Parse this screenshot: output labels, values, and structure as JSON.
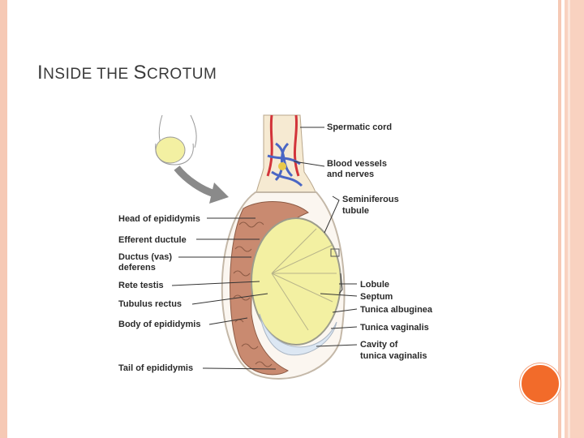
{
  "slide": {
    "title_first_cap": "I",
    "title_rest1": "NSIDE THE ",
    "title_second_cap": "S",
    "title_rest2": "CROTUM"
  },
  "diagram": {
    "labels_left": [
      "Head of epididymis",
      "Efferent ductule",
      "Ductus (vas)",
      "deferens",
      "Rete testis",
      "Tubulus rectus",
      "Body of epididymis",
      "Tail of epididymis"
    ],
    "labels_right": [
      "Spermatic cord",
      "Blood vessels",
      "and nerves",
      "Seminiferous",
      "tubule",
      "Lobule",
      "Septum",
      "Tunica albuginea",
      "Tunica vaginalis",
      "Cavity of",
      "tunica vaginalis"
    ]
  },
  "colors": {
    "frame": "#f6c9b5",
    "accent_dot": "#f26b2a",
    "testis": "#f3f0a2",
    "epididymis": "#c98a70",
    "vessel_red": "#d2343a",
    "vessel_blue": "#4a66c4"
  }
}
